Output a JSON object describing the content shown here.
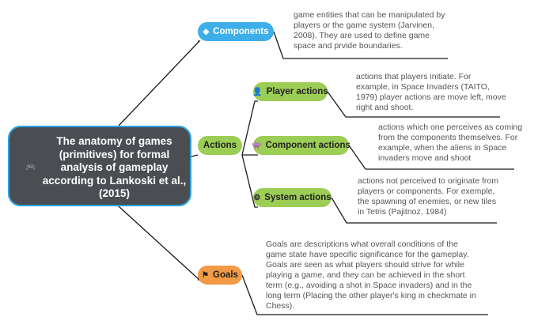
{
  "central": {
    "icon": "game-controller-icon",
    "title": "The anatomy of games (primitives) for formal analysis of gameplay according to Lankoski et al., (2015)"
  },
  "colors": {
    "central_bg": "#4a4d52",
    "central_border": "#2aa3e0",
    "components_pill": "#3daee9",
    "actions_pill": "#9ccd55",
    "goals_pill": "#f29a45"
  },
  "components": {
    "label": "Components",
    "icon": "component-icon",
    "note": "game entities that can be manipulated by players or the game system (Jarvinen, 2008). They are used to define game space and prvide boundaries."
  },
  "actions": {
    "label": "Actions",
    "children": [
      {
        "label": "Player actions",
        "icon": "person-icon",
        "note": "actions that players initiate. For example, in Space Invaders (TAITO, 1979) player actions are move left, move right and shoot."
      },
      {
        "label": "Component actions",
        "icon": "alien-icon",
        "note": "actions which one perceives as coming from the components themselves. For example, when the aliens in Space invaders move and shoot"
      },
      {
        "label": "System actions",
        "icon": "gear-icon",
        "note": "actions not perceived to originate from players or components. For exemple, the spawning of enemies, or new tiles in Tetris (Pajitnoz, 1984)"
      }
    ]
  },
  "goals": {
    "label": "Goals",
    "icon": "flag-icon",
    "note": "Goals are descriptions what overall conditions of the game state have specific significance for the gameplay. Goals are seen as what players should strive for while playing a game, and they can be achieved in the short term (e.g., avoiding a shot in Space invaders) and in the long term (Placing the other player's king in checkmate in Chess)."
  }
}
